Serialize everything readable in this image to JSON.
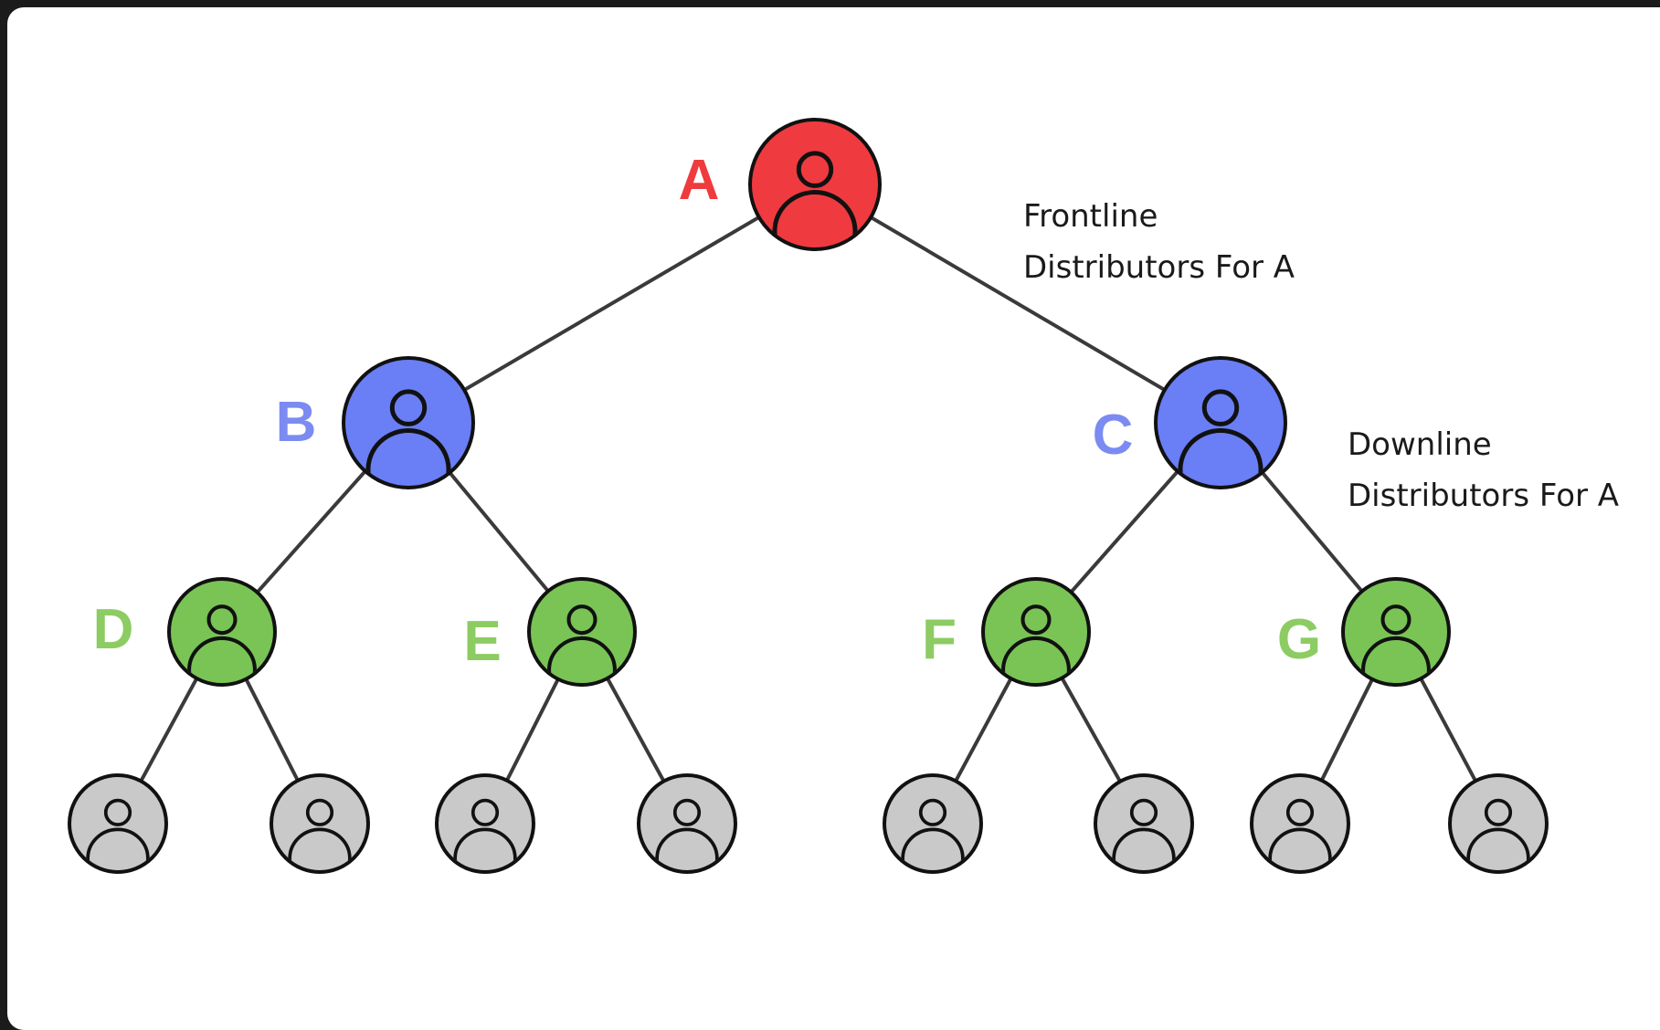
{
  "colors": {
    "level0": "#ef3b3f",
    "level1": "#6a7ef6",
    "level2": "#79c455",
    "level3": "#c9c9c9",
    "label_level0": "#ee3b3e",
    "label_level1": "#7b8bf2",
    "label_level2": "#8ccc63",
    "edge": "#3a3a3a"
  },
  "nodes": {
    "a": {
      "label": "A",
      "icon": "person-icon"
    },
    "b": {
      "label": "B",
      "icon": "person-icon"
    },
    "c": {
      "label": "C",
      "icon": "person-icon"
    },
    "d": {
      "label": "D",
      "icon": "person-icon"
    },
    "e": {
      "label": "E",
      "icon": "person-icon"
    },
    "f": {
      "label": "F",
      "icon": "person-icon"
    },
    "g": {
      "label": "G",
      "icon": "person-icon"
    }
  },
  "edges": [
    [
      "A",
      "B"
    ],
    [
      "A",
      "C"
    ],
    [
      "B",
      "D"
    ],
    [
      "B",
      "E"
    ],
    [
      "C",
      "F"
    ],
    [
      "C",
      "G"
    ],
    [
      "D",
      "D1"
    ],
    [
      "D",
      "D2"
    ],
    [
      "E",
      "E1"
    ],
    [
      "E",
      "E2"
    ],
    [
      "F",
      "F1"
    ],
    [
      "F",
      "F2"
    ],
    [
      "G",
      "G1"
    ],
    [
      "G",
      "G2"
    ]
  ],
  "annotations": {
    "frontline": {
      "line1": "Frontline",
      "line2": "Distributors For A"
    },
    "downline": {
      "line1": "Downline",
      "line2": "Distributors For A"
    }
  }
}
